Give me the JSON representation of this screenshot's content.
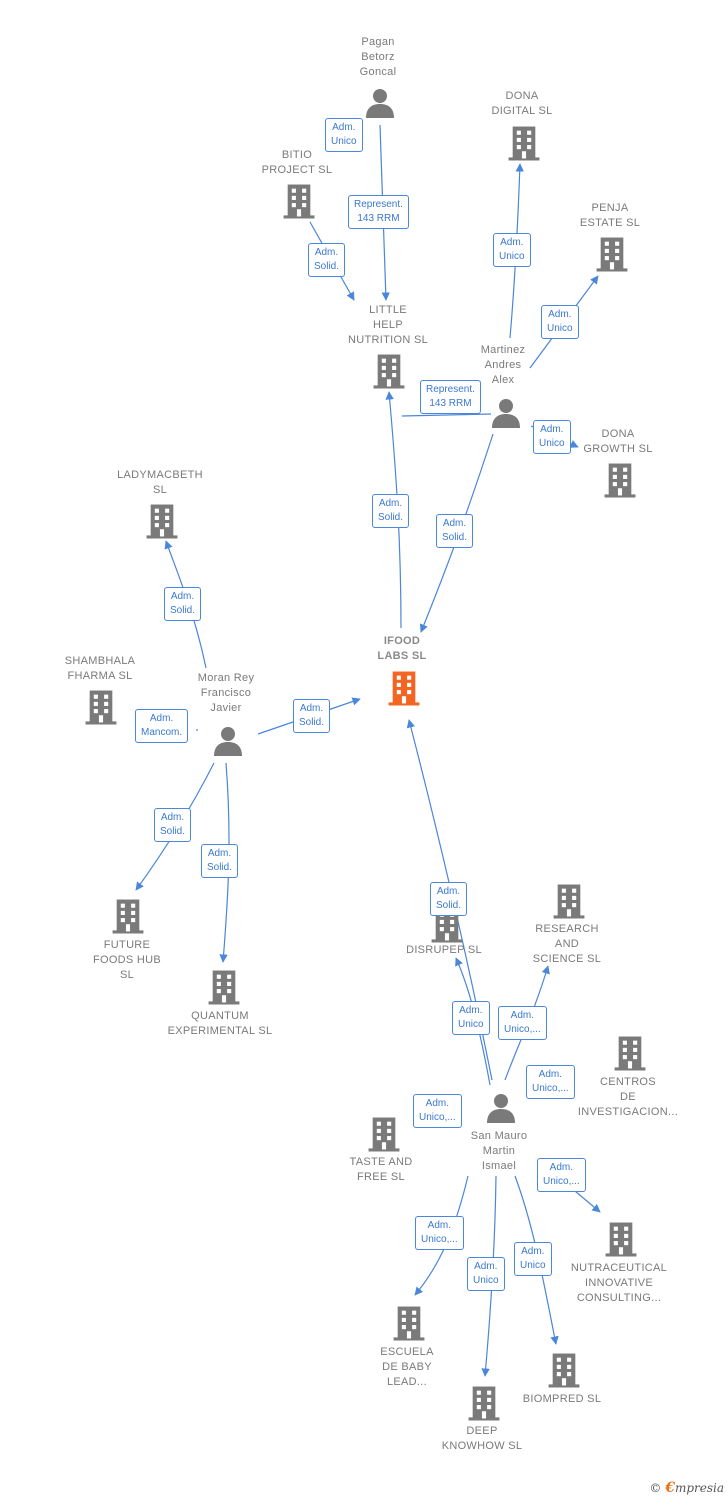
{
  "colors": {
    "edge": "#4a86d9",
    "node": "#7a7a7a",
    "focus": "#f26522"
  },
  "nodes": [
    {
      "id": "pagan",
      "type": "person",
      "label": [
        "Pagan",
        "Betorz",
        "Goncal"
      ]
    },
    {
      "id": "bitio",
      "type": "company",
      "label": [
        "BITIO",
        "PROJECT SL"
      ]
    },
    {
      "id": "little",
      "type": "company",
      "label": [
        "LITTLE",
        "HELP",
        "NUTRITION SL"
      ]
    },
    {
      "id": "dona_digital",
      "type": "company",
      "label": [
        "DONA",
        "DIGITAL SL"
      ]
    },
    {
      "id": "penja",
      "type": "company",
      "label": [
        "PENJA",
        "ESTATE SL"
      ]
    },
    {
      "id": "martinez",
      "type": "person",
      "label": [
        "Martinez",
        "Andres",
        "Alex"
      ]
    },
    {
      "id": "dona_growth",
      "type": "company",
      "label": [
        "DONA",
        "GROWTH SL"
      ]
    },
    {
      "id": "ladymacbeth",
      "type": "company",
      "label": [
        "LADYMACBETH",
        "SL"
      ]
    },
    {
      "id": "shambhala",
      "type": "company",
      "label": [
        "SHAMBHALA",
        "FHARMA SL"
      ]
    },
    {
      "id": "moran",
      "type": "person",
      "label": [
        "Moran Rey",
        "Francisco",
        "Javier"
      ]
    },
    {
      "id": "ifood",
      "type": "focus",
      "label": [
        "IFOOD",
        "LABS SL"
      ]
    },
    {
      "id": "future",
      "type": "company",
      "label": [
        "FUTURE",
        "FOODS HUB",
        "SL"
      ]
    },
    {
      "id": "quantum",
      "type": "company",
      "label": [
        "QUANTUM",
        "EXPERIMENTAL SL"
      ]
    },
    {
      "id": "disrupep",
      "type": "company",
      "label": [
        "DISRUPEP SL"
      ]
    },
    {
      "id": "research",
      "type": "company",
      "label": [
        "RESEARCH",
        "AND",
        "SCIENCE SL"
      ]
    },
    {
      "id": "centros",
      "type": "company",
      "label": [
        "CENTROS",
        "DE",
        "INVESTIGACION..."
      ]
    },
    {
      "id": "taste",
      "type": "company",
      "label": [
        "TASTE AND",
        "FREE SL"
      ]
    },
    {
      "id": "sanmauro",
      "type": "person",
      "label": [
        "San Mauro",
        "Martin",
        "Ismael"
      ]
    },
    {
      "id": "nutraceutical",
      "type": "company",
      "label": [
        "NUTRACEUTICAL",
        "INNOVATIVE",
        "CONSULTING..."
      ]
    },
    {
      "id": "escuela",
      "type": "company",
      "label": [
        "ESCUELA",
        "DE BABY",
        "LEAD..."
      ]
    },
    {
      "id": "deep",
      "type": "company",
      "label": [
        "DEEP",
        "KNOWHOW SL"
      ]
    },
    {
      "id": "biompred",
      "type": "company",
      "label": [
        "BIOMPRED SL"
      ]
    }
  ],
  "edges": [
    {
      "id": "e1",
      "label": [
        "Adm.",
        "Unico"
      ]
    },
    {
      "id": "e2",
      "label": [
        "Represent.",
        "143 RRM"
      ]
    },
    {
      "id": "e3",
      "label": [
        "Adm.",
        "Solid."
      ]
    },
    {
      "id": "e4",
      "label": [
        "Adm.",
        "Unico"
      ]
    },
    {
      "id": "e5",
      "label": [
        "Adm.",
        "Unico"
      ]
    },
    {
      "id": "e6",
      "label": [
        "Represent.",
        "143 RRM"
      ]
    },
    {
      "id": "e7",
      "label": [
        "Adm.",
        "Unico"
      ]
    },
    {
      "id": "e8",
      "label": [
        "Adm.",
        "Solid."
      ]
    },
    {
      "id": "e9",
      "label": [
        "Adm.",
        "Solid."
      ]
    },
    {
      "id": "e10",
      "label": [
        "Adm.",
        "Solid."
      ]
    },
    {
      "id": "e11",
      "label": [
        "Adm.",
        "Mancom."
      ]
    },
    {
      "id": "e12",
      "label": [
        "Adm.",
        "Solid."
      ]
    },
    {
      "id": "e13",
      "label": [
        "Adm.",
        "Solid."
      ]
    },
    {
      "id": "e14",
      "label": [
        "Adm.",
        "Solid."
      ]
    },
    {
      "id": "e15",
      "label": [
        "Adm.",
        "Solid."
      ]
    },
    {
      "id": "e16",
      "label": [
        "Adm.",
        "Unico"
      ]
    },
    {
      "id": "e17",
      "label": [
        "Adm.",
        "Unico,..."
      ]
    },
    {
      "id": "e18",
      "label": [
        "Adm.",
        "Unico,..."
      ]
    },
    {
      "id": "e19",
      "label": [
        "Adm.",
        "Unico,..."
      ]
    },
    {
      "id": "e20",
      "label": [
        "Adm.",
        "Unico,..."
      ]
    },
    {
      "id": "e21",
      "label": [
        "Adm.",
        "Unico,..."
      ]
    },
    {
      "id": "e22",
      "label": [
        "Adm.",
        "Unico"
      ]
    },
    {
      "id": "e23",
      "label": [
        "Adm.",
        "Unico"
      ]
    }
  ],
  "footer": {
    "copyright": "©",
    "brand_initial": "€",
    "brand_rest": "mpresia"
  }
}
